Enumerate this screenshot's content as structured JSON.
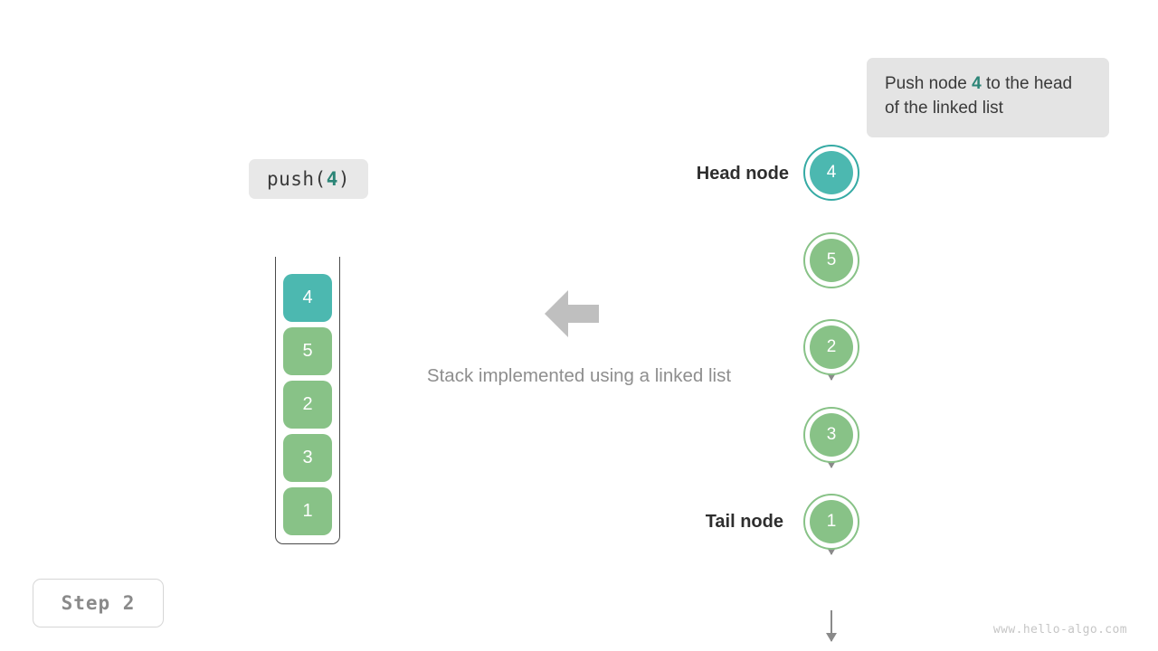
{
  "callout": {
    "text_before": "Push node ",
    "accent": "4",
    "text_after": " to the head of the linked list"
  },
  "operation": {
    "prefix": "push(",
    "arg": "4",
    "suffix": ")"
  },
  "stack": {
    "cells": [
      {
        "value": "4",
        "highlight": true
      },
      {
        "value": "5",
        "highlight": false
      },
      {
        "value": "2",
        "highlight": false
      },
      {
        "value": "3",
        "highlight": false
      },
      {
        "value": "1",
        "highlight": false
      }
    ]
  },
  "caption": "Stack implemented using a linked list",
  "linked_list": {
    "head_label": "Head node",
    "tail_label": "Tail node",
    "nodes": [
      {
        "value": "4",
        "highlight": true
      },
      {
        "value": "5",
        "highlight": false
      },
      {
        "value": "2",
        "highlight": false
      },
      {
        "value": "3",
        "highlight": false
      },
      {
        "value": "1",
        "highlight": false
      }
    ]
  },
  "step_badge": "Step 2",
  "watermark": "www.hello-algo.com",
  "colors": {
    "highlight": "#4cb8b0",
    "node": "#88c287",
    "accent_text": "#2c8577",
    "callout_bg": "#e4e4e4",
    "arrow_gray": "#8a8a8a",
    "caption_gray": "#8e8e8e"
  },
  "chart_data": {
    "type": "diagram",
    "title": "Stack implemented using a linked list",
    "structure": "singly-linked-list",
    "operation": "push(4)",
    "stack_top_to_bottom": [
      "4",
      "5",
      "2",
      "3",
      "1"
    ],
    "list_head_to_tail": [
      "4",
      "5",
      "2",
      "3",
      "1"
    ],
    "highlighted_value": "4",
    "step": 2
  }
}
